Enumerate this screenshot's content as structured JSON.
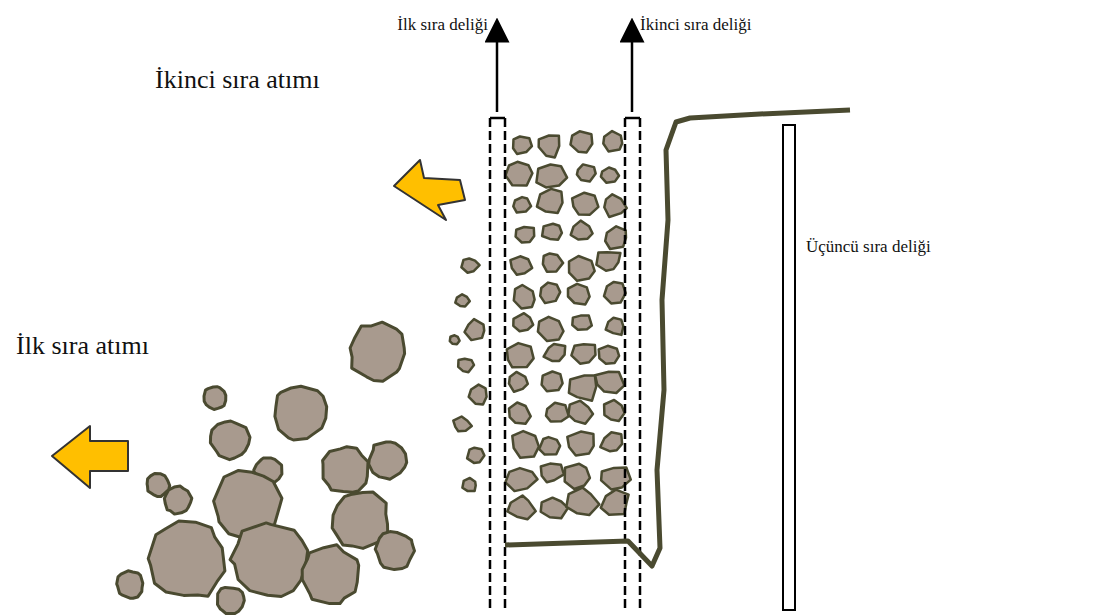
{
  "diagram": {
    "labels": [
      "İlk sıra deliği",
      "İkinci sıra deliği",
      "İkinci sıra atımı",
      "Üçüncü sıra deliği",
      "İlk sıra atımı"
    ]
  }
}
